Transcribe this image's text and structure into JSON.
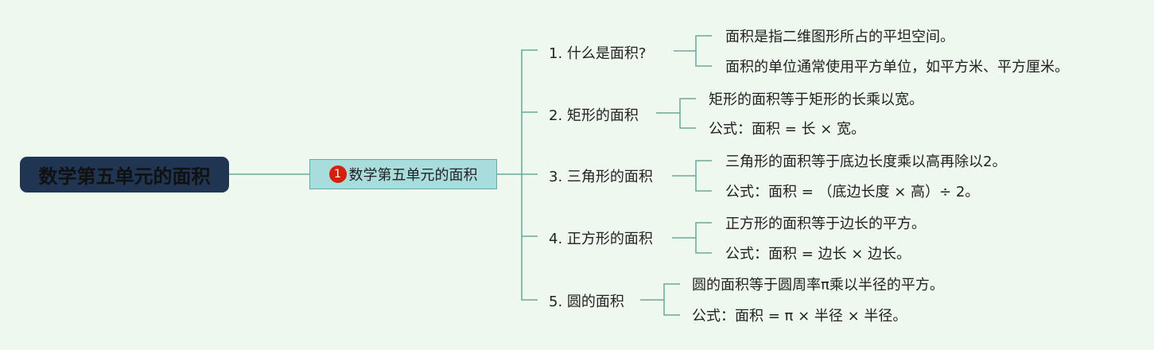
{
  "root": {
    "title": "数学第五单元的面积"
  },
  "topic": {
    "badge": "1",
    "title": "数学第五单元的面积"
  },
  "branches": [
    {
      "label": "1. 什么是面积?",
      "leaves": [
        "面积是指二维图形所占的平坦空间。",
        "面积的单位通常使用平方单位，如平方米、平方厘米。"
      ]
    },
    {
      "label": "2. 矩形的面积",
      "leaves": [
        "矩形的面积等于矩形的长乘以宽。",
        "公式：面积 = 长 × 宽。"
      ]
    },
    {
      "label": "3. 三角形的面积",
      "leaves": [
        "三角形的面积等于底边长度乘以高再除以2。",
        "公式：面积 = （底边长度 × 高）÷ 2。"
      ]
    },
    {
      "label": "4. 正方形的面积",
      "leaves": [
        "正方形的面积等于边长的平方。",
        "公式：面积 = 边长 × 边长。"
      ]
    },
    {
      "label": "5. 圆的面积",
      "leaves": [
        "圆的面积等于圆周率π乘以半径的平方。",
        "公式：面积 = π × 半径 × 半径。"
      ]
    }
  ],
  "colors": {
    "background": "#eff8ef",
    "root": "#1f3552",
    "topic": "#a9dcdc",
    "line": "#6aa89a",
    "badge": "#d6200e"
  }
}
